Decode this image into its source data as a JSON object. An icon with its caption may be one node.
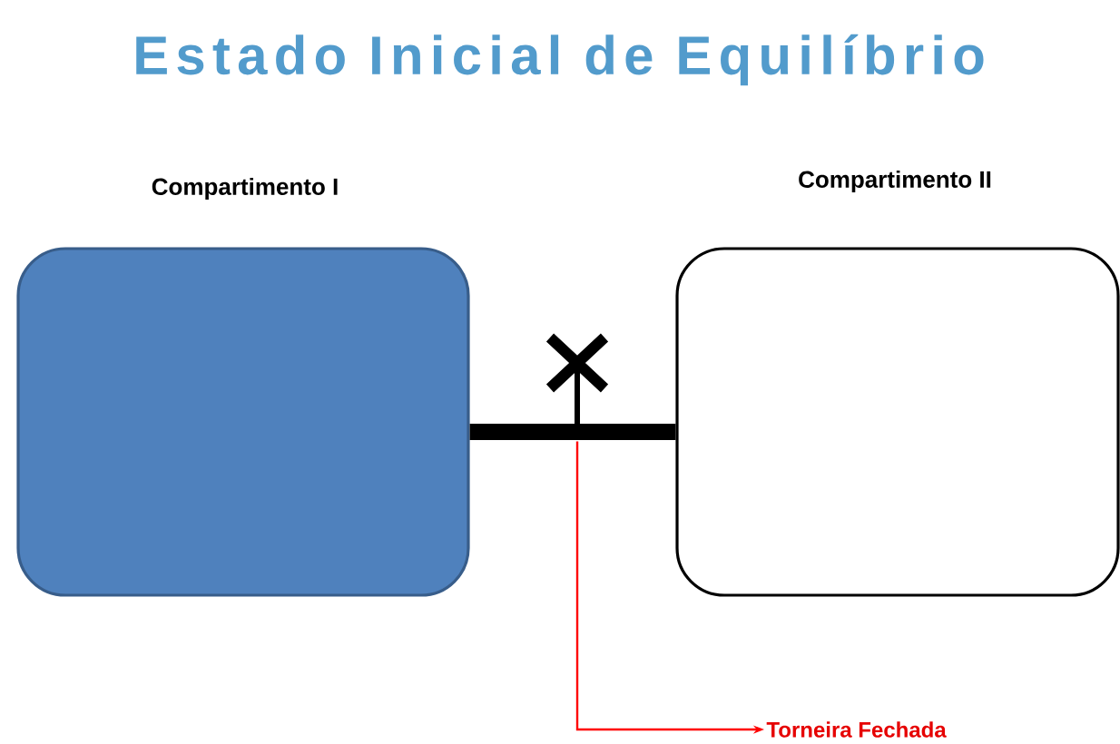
{
  "diagram": {
    "title": "Estado Inicial de Equilíbrio",
    "nodes": [
      {
        "text": [
          "Compartimento I"
        ]
      },
      {
        "text": [
          "Compartimento II"
        ]
      },
      {
        "text": [],
        "shape": "picture"
      },
      {
        "text": [
          "Torneira Fechada"
        ]
      }
    ],
    "edges": [
      {
        "from": 0,
        "to": 1,
        "arrow": "none",
        "style": "thick"
      },
      {
        "from": 2,
        "to": 3,
        "arrow": "to",
        "color": "#ff0000"
      }
    ]
  }
}
